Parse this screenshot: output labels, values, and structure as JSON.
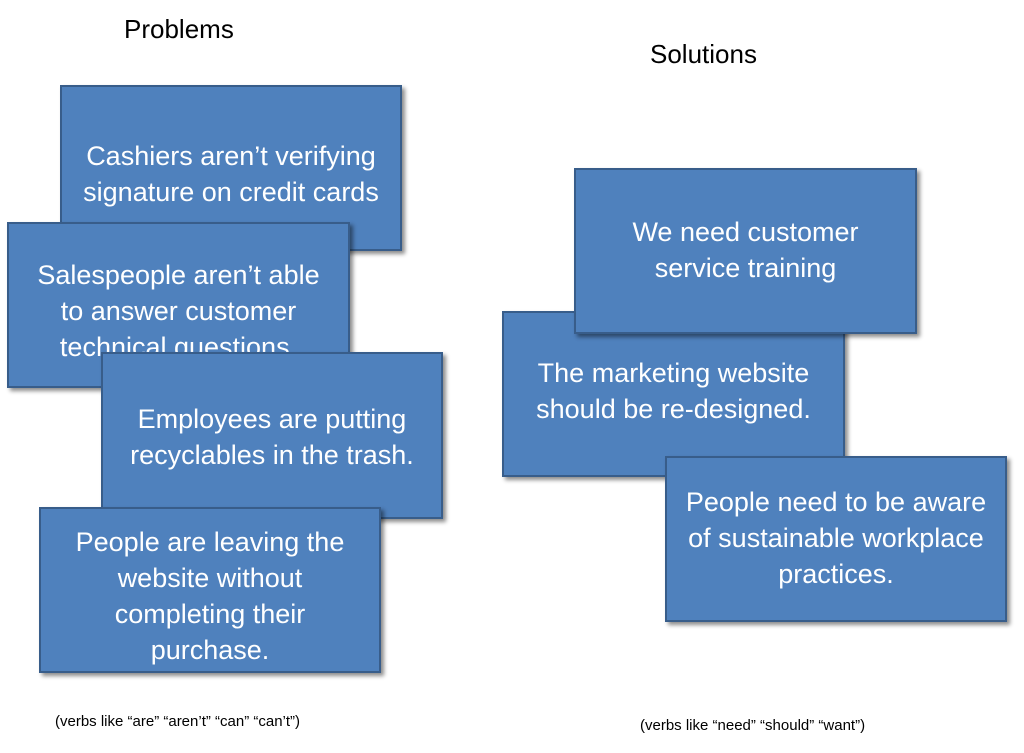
{
  "problems": {
    "heading": "Problems",
    "cards": [
      [
        "Cashiers aren’t verifying",
        "signature on credit cards"
      ],
      [
        "Salespeople aren’t able",
        "to answer customer",
        "technical questions."
      ],
      [
        "Employees are putting",
        "recyclables in the trash."
      ],
      [
        "People are leaving the",
        "website without",
        "completing their",
        "purchase."
      ]
    ],
    "note": "(verbs like “are” “aren’t” “can” “can’t”)"
  },
  "solutions": {
    "heading": "Solutions",
    "cards": [
      [
        "We need customer",
        "service training"
      ],
      [
        "The marketing website",
        "should be re-designed."
      ],
      [
        "People need to be aware",
        "of sustainable workplace",
        "practices."
      ]
    ],
    "note": "(verbs like “need” “should” “want”)"
  },
  "colors": {
    "card_fill": "#4f81bd",
    "card_border": "#385d8a",
    "card_text": "#ffffff"
  }
}
